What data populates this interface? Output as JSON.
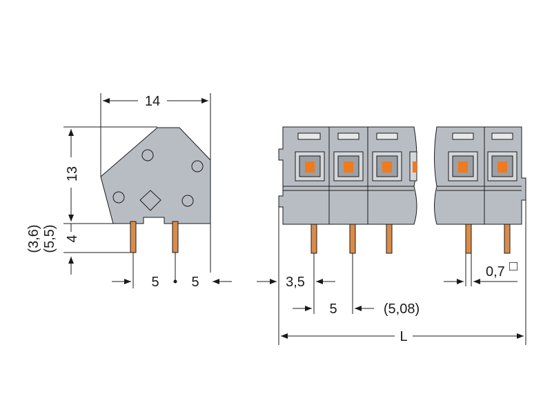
{
  "dimensions": {
    "width_top": "14",
    "height_body": "13",
    "pin_length": "4",
    "pin_alt_1": "(3,6)",
    "pin_alt_2": "(5,5)",
    "side_pitch_left": "5",
    "side_pitch_right": "5",
    "edge_offset": "3,5",
    "pitch": "5",
    "pitch_alt": "(5,08)",
    "pin_width": "0,7",
    "pin_width_unit": "□",
    "total_length": "L"
  },
  "colors": {
    "housing": "#b8bdc3",
    "housing_light": "#c9cdd2",
    "actuator": "#f07a1e",
    "pin": "#d98c4a"
  }
}
